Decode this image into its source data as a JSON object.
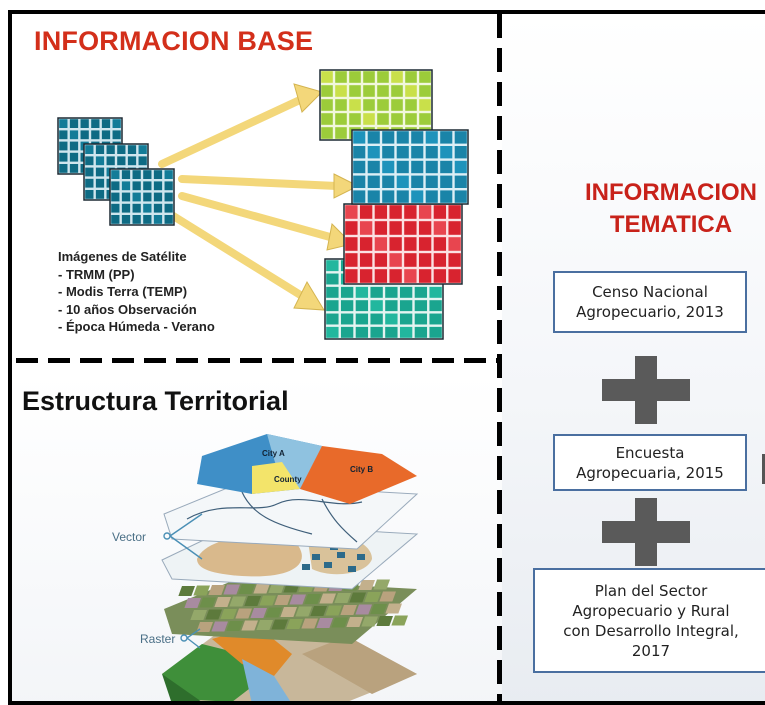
{
  "top_left": {
    "title": "INFORMACION BASE",
    "satellite_caption": [
      "Imágenes de Satélite",
      "- TRMM (PP)",
      "- Modis Terra (TEMP)",
      "- 10 años Observación",
      "- Época Húmeda - Verano"
    ]
  },
  "bottom_left": {
    "title": "Estructura Territorial",
    "layer_labels": {
      "city_a": "City A",
      "city_b": "City B",
      "county": "County",
      "vector": "Vector",
      "raster": "Raster"
    }
  },
  "right": {
    "title_line1": "INFORMACION",
    "title_line2": "TEMATICA",
    "boxes": [
      {
        "lines": [
          "Censo Nacional",
          "Agropecuario, 2013"
        ]
      },
      {
        "lines": [
          "Encuesta",
          "Agropecuaria, 2015"
        ]
      },
      {
        "lines": [
          "Plan del Sector",
          "Agropecuario y Rural",
          "con Desarrollo Integral,",
          "2017"
        ]
      }
    ]
  },
  "colors": {
    "title_red": "#d32f1a",
    "box_border": "#4a6fa0",
    "plus_gray": "#5a5a5a",
    "arrow_yellow": "#f3d77a",
    "grid_teal": "#0e6b84",
    "grid_green": "#9ccc3a",
    "grid_blue": "#1a84a8",
    "grid_red": "#d8232f",
    "grid_cyan": "#1aa58f"
  }
}
